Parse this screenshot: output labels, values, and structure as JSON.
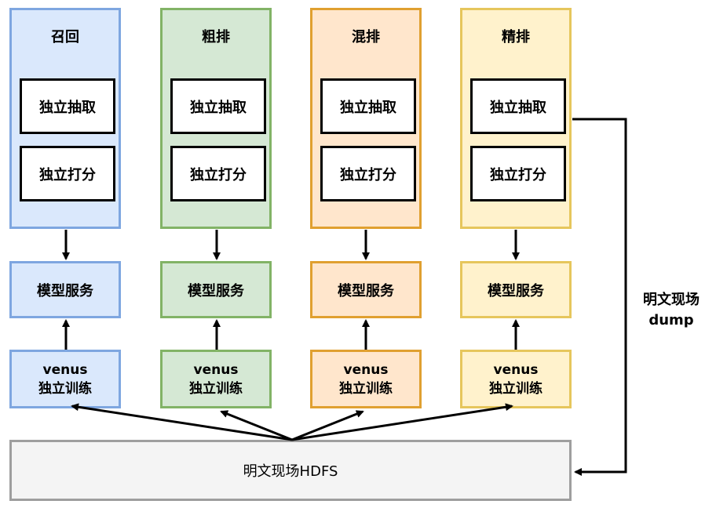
{
  "stages": [
    {
      "title": "召回",
      "extract": "独立抽取",
      "score": "独立打分",
      "service": "模型服务",
      "train_line1": "venus",
      "train_line2": "独立训练",
      "fill": "#dae8fc",
      "border": "#7ea6e0"
    },
    {
      "title": "粗排",
      "extract": "独立抽取",
      "score": "独立打分",
      "service": "模型服务",
      "train_line1": "venus",
      "train_line2": "独立训练",
      "fill": "#d5e8d4",
      "border": "#82b366"
    },
    {
      "title": "混排",
      "extract": "独立抽取",
      "score": "独立打分",
      "service": "模型服务",
      "train_line1": "venus",
      "train_line2": "独立训练",
      "fill": "#ffe6cc",
      "border": "#e0a030"
    },
    {
      "title": "精排",
      "extract": "独立抽取",
      "score": "独立打分",
      "service": "模型服务",
      "train_line1": "venus",
      "train_line2": "独立训练",
      "fill": "#fff2cc",
      "border": "#e6c65c"
    }
  ],
  "hdfs_label": "明文现场HDFS",
  "dump_label_line1": "明文现场",
  "dump_label_line2": "dump"
}
